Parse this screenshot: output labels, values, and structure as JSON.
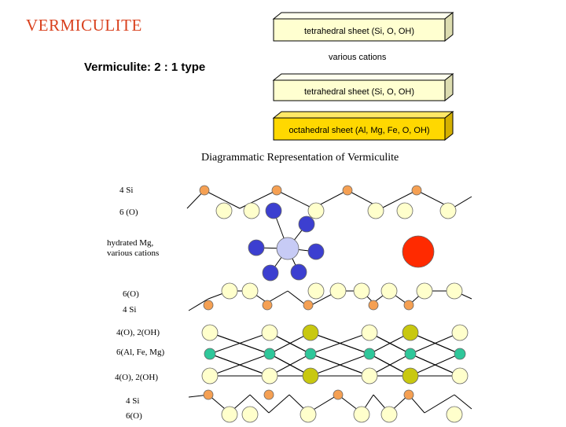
{
  "title": "VERMICULITE",
  "subtitle": "Vermiculite: 2 : 1 type",
  "sheets": {
    "top": "tetrahedral sheet (Si, O, OH)",
    "cations": "various cations",
    "middle": "tetrahedral sheet (Si, O, OH)",
    "bottom": "octahedral sheet (Al, Mg, Fe, O, OH)"
  },
  "diagram_title": "Diagrammatic Representation of Vermiculite",
  "layer_labels": {
    "si_top": "4 Si",
    "o_top": "6 (O)",
    "hydrated_1": "hydrated Mg,",
    "hydrated_2": "various cations",
    "o_upper": "6(O)",
    "si_upper": "4 Si",
    "o_oh_upper": "4(O), 2(OH)",
    "octa": "6(Al, Fe, Mg)",
    "o_oh_lower": "4(O), 2(OH)",
    "si_lower": "4 Si",
    "o_lower": "6(O)"
  },
  "colors": {
    "title": "#d9411e",
    "sheet_face": "#ffffd0",
    "octa_face": "#ffd800",
    "silicon": "#f5a053",
    "oxygen": "#ffffcc",
    "cation_mg": "#3c3fd0",
    "cation_center": "#c7cbf5",
    "large_cation": "#ff2a00",
    "hydroxyl": "#c8c810",
    "octa_metal": "#2fc79a"
  }
}
